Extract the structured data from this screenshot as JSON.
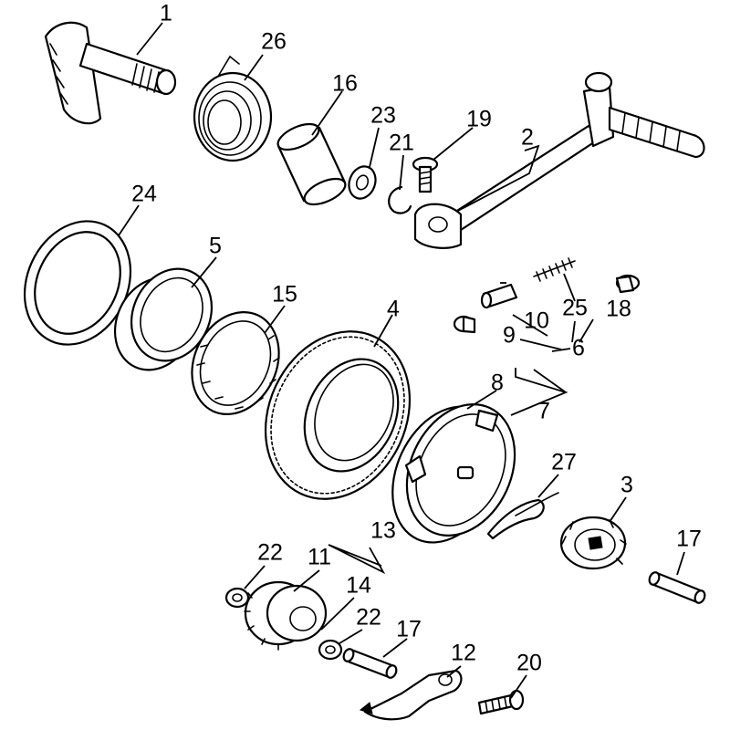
{
  "colors": {
    "background": "#ffffff",
    "ink": "#000000"
  },
  "callouts": {
    "c1": "1",
    "c2": "2",
    "c3": "3",
    "c4": "4",
    "c5": "5",
    "c6": "6",
    "c7": "7",
    "c8": "8",
    "c9": "9",
    "c10": "10",
    "c11": "11",
    "c12": "12",
    "c13": "13",
    "c14": "14",
    "c15": "15",
    "c16": "16",
    "c17a": "17",
    "c17b": "17",
    "c18": "18",
    "c19": "19",
    "c20": "20",
    "c21": "21",
    "c22a": "22",
    "c22b": "22",
    "c23": "23",
    "c24": "24",
    "c25": "25",
    "c26": "26",
    "c27": "27"
  }
}
